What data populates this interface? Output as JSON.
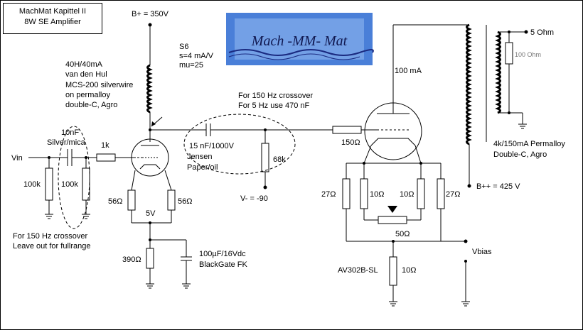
{
  "title": {
    "line1": "MachMat Kapittel II",
    "line2": "8W SE Amplifier"
  },
  "logo": {
    "text": "Mach -MM- Mat",
    "bg": "#4a7fd8"
  },
  "labels": {
    "b_plus": "B+ = 350V",
    "s6": "S6",
    "s6_s": "s=4 mA/V",
    "s6_mu": "mu=25",
    "choke1": "40H/40mA",
    "choke2": "van den Hul",
    "choke3": "MCS-200 silverwire",
    "choke4": "on permalloy",
    "choke5": "double-C, Agro",
    "c10n_1": "10nF",
    "c10n_2": "Silver/mica",
    "r1k": "1k",
    "vin": "Vin",
    "r100k_a": "100k",
    "r100k_b": "100k",
    "note150_1": "For 150 Hz crossover",
    "note150_2": "Leave out for fullrange",
    "r56_a": "56Ω",
    "r56_b": "56Ω",
    "v5": "5V",
    "r390": "390Ω",
    "cap100u_1": "100µF/16Vdc",
    "cap100u_2": "BlackGate FK",
    "xover1": "For 150 Hz crossover",
    "xover2": "For 5 Hz use 470 nF",
    "cap15n_1": "15 nF/1000V",
    "cap15n_2": "Jensen",
    "cap15n_3": "Paper/oil",
    "r68k": "68k",
    "vminus": "V- = -90",
    "ma100": "100 mA",
    "r150": "150Ω",
    "r27_a": "27Ω",
    "r10_a": "10Ω",
    "r10_b": "10Ω",
    "r27_b": "27Ω",
    "r50": "50Ω",
    "av302": "AV302B-SL",
    "r10_c": "10Ω",
    "vbias": "Vbias",
    "bpp": "B++ = 425 V",
    "ohm5": "5 Ohm",
    "ohm100": "100 Ohm",
    "otx1": "4k/150mA Permalloy",
    "otx2": "Double-C, Agro"
  }
}
